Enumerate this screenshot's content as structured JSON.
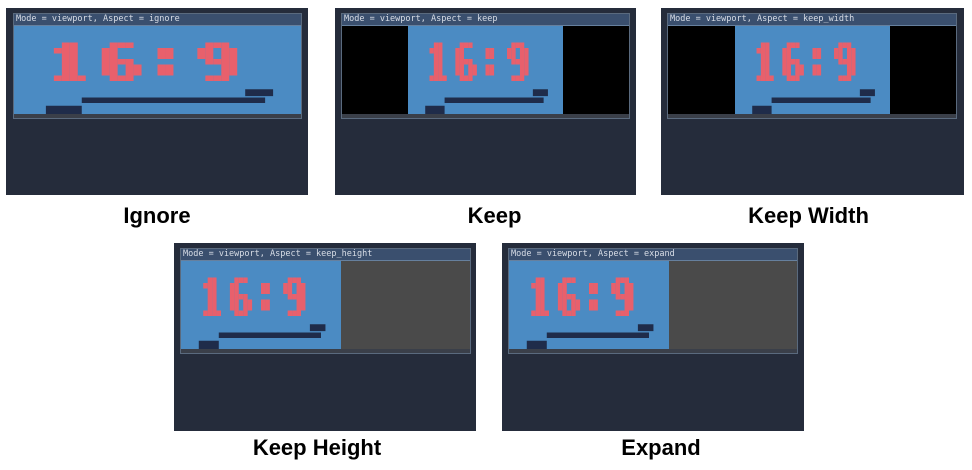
{
  "panels": [
    {
      "window_title": "Mode = viewport, Aspect = ignore",
      "caption": "Ignore",
      "game_text": "16:9",
      "aspect": "ignore"
    },
    {
      "window_title": "Mode = viewport, Aspect = keep",
      "caption": "Keep",
      "game_text": "16:9",
      "aspect": "keep"
    },
    {
      "window_title": "Mode = viewport, Aspect = keep_width",
      "caption": "Keep Width",
      "game_text": "16:9",
      "aspect": "keep_width"
    },
    {
      "window_title": "Mode = viewport, Aspect = keep_height",
      "caption": "Keep Height",
      "game_text": "16:9",
      "aspect": "keep_height"
    },
    {
      "window_title": "Mode = viewport, Aspect = expand",
      "caption": "Expand",
      "game_text": "16:9",
      "aspect": "expand"
    }
  ],
  "colors": {
    "background": "#ffffff",
    "panel_background": "#252c3b",
    "titlebar": "#3a4f6e",
    "game_background": "#4b8bc3",
    "digits": "#e8606c",
    "platforms": "#1f2c4a",
    "letterbox_bars": "#000000",
    "expanded_area": "#4a4a4a"
  }
}
